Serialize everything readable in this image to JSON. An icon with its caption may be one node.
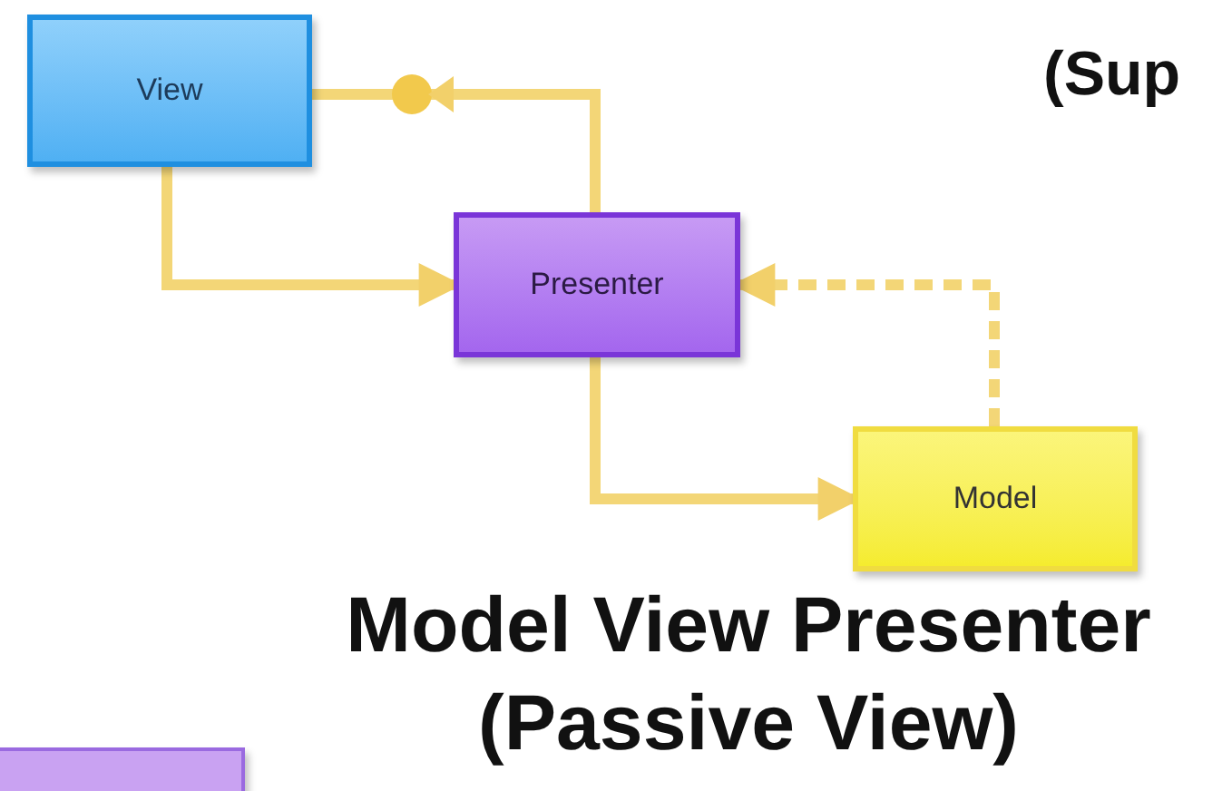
{
  "diagram": {
    "title": "Model View Presenter (Passive View)",
    "nodes": [
      {
        "text": [
          "View"
        ]
      },
      {
        "text": [
          "Presenter"
        ]
      },
      {
        "text": [
          "Model"
        ]
      },
      {
        "text": [],
        "shape": "box"
      }
    ],
    "edges": [
      {
        "from": 1,
        "to": 0,
        "arrow": "to"
      },
      {
        "from": 0,
        "to": 1,
        "arrow": "to"
      },
      {
        "from": 2,
        "to": 1,
        "arrow": "to",
        "style": "dashed"
      },
      {
        "from": 1,
        "to": 2,
        "arrow": "to"
      }
    ],
    "labels": [
      "(Sup"
    ]
  }
}
